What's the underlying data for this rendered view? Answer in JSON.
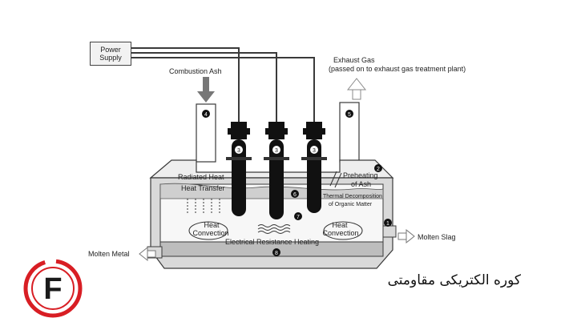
{
  "labels": {
    "power_supply": "Power\nSupply",
    "combustion_ash": "Combustion Ash",
    "exhaust_gas": "Exhaust Gas",
    "exhaust_note": "(passed on to exhaust gas treatment plant)",
    "radiated_heat": "Radiated Heat",
    "heat_transfer": "Heat Transfer",
    "preheating": "Preheating",
    "of_ash": "of Ash",
    "thermal_decomp": "Thermal Decomposition",
    "organic_matter": "of Organic Matter",
    "heat_convection_left_1": "Heat",
    "heat_convection_left_2": "Convection",
    "heat_convection_right_1": "Heat",
    "heat_convection_right_2": "Convection",
    "electrical_resistance": "Electrical Resistance Heating",
    "molten_slag": "Molten Slag",
    "molten_metal": "Molten Metal"
  },
  "markers": [
    "1",
    "2",
    "3",
    "4",
    "5",
    "6",
    "7",
    "8"
  ],
  "caption": "کوره الکتریکی مقاومتی",
  "logo": {
    "letter": "F",
    "ring_color": "#d81e24",
    "text_color": "#1a1a1a"
  },
  "colors": {
    "line": "#3a3a3a",
    "furnace_fill": "#d9d9d9",
    "slag": "#efefef",
    "metal": "#bdbdbd",
    "electrode": "#111111"
  }
}
